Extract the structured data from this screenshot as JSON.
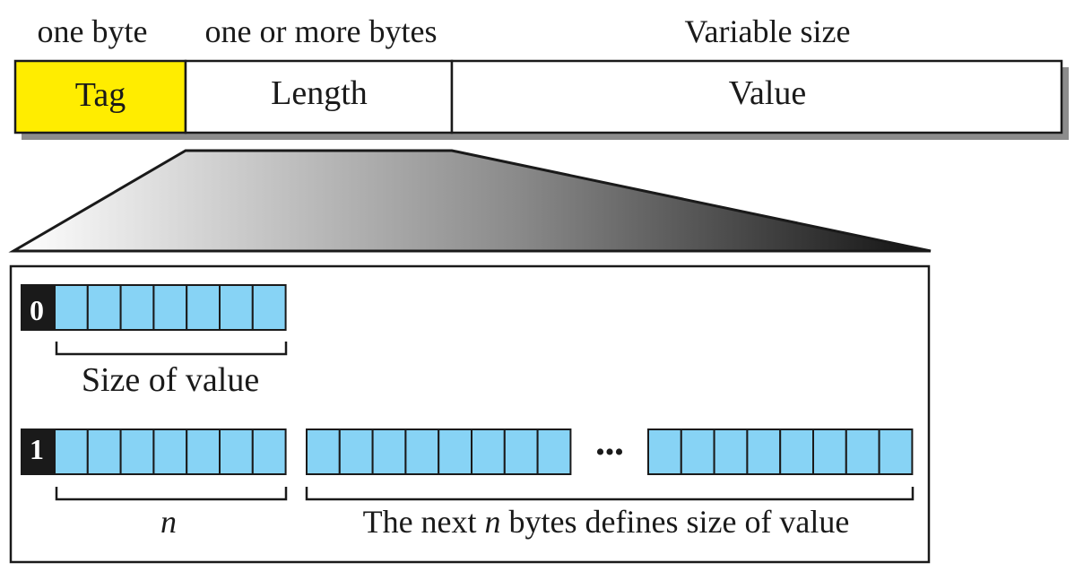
{
  "header_labels": {
    "tag_size": "one byte",
    "length_size": "one or more bytes",
    "value_size": "Variable size"
  },
  "fields": {
    "tag": "Tag",
    "length": "Length",
    "value": "Value"
  },
  "short_form": {
    "lead_bit": "0",
    "caption": "Size of value"
  },
  "long_form": {
    "lead_bit": "1",
    "ellipsis": "•••",
    "caption_n": "n",
    "caption_prefix": "The next ",
    "caption_n_inline": "n",
    "caption_suffix": " bytes defines size of value"
  },
  "colors": {
    "tag_fill": "#ffed00",
    "bit_fill": "#87d3f5",
    "lead_bit_fill": "#1a1a1a",
    "shadow": "#8c8c8c"
  }
}
